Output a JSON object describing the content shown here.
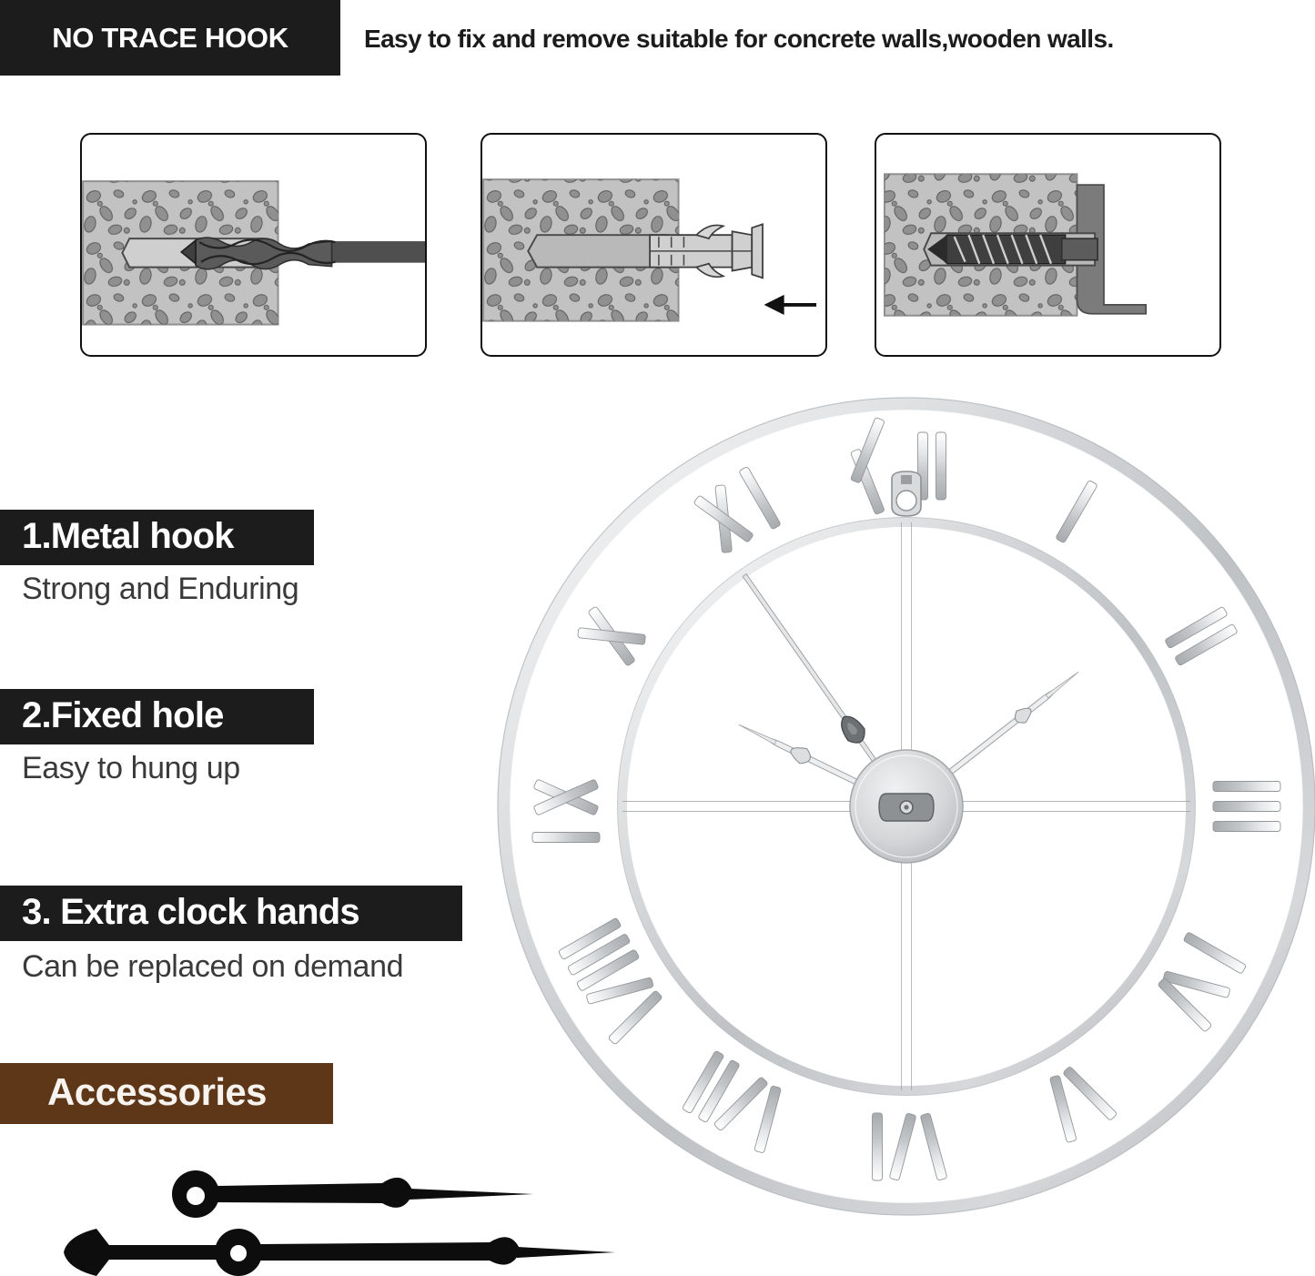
{
  "header": {
    "badge": "NO TRACE HOOK",
    "subtitle": "Easy to fix and remove suitable for concrete walls,wooden walls.",
    "badge_bg": "#1c1c1c",
    "text_color": "#ffffff"
  },
  "install_steps": [
    {
      "id": "step-1",
      "icon": "drill-bit-icon",
      "description": "Masonry drill bit boring a hole into concrete wall cross-section"
    },
    {
      "id": "step-2",
      "icon": "wall-anchor-icon",
      "description": "Plastic wall anchor plug being inserted into the drilled hole",
      "arrow": "arrow-left-icon"
    },
    {
      "id": "step-3",
      "icon": "screw-hook-icon",
      "description": "Screw driven into anchor securing the L-shaped metal hook bracket"
    }
  ],
  "features": [
    {
      "tag": "1.Metal hook",
      "sub": "Strong and Enduring"
    },
    {
      "tag": "2.Fixed hole",
      "sub": "Easy to hung up"
    },
    {
      "tag": "3. Extra clock hands",
      "sub": "Can be replaced on demand"
    }
  ],
  "accessories": {
    "tag": "Accessories",
    "tag_bg": "#5e3618",
    "tag_text_color": "#f7f3ee",
    "items": [
      {
        "name": "hour-hand",
        "style": "black spade hour hand with round mounting collar"
      },
      {
        "name": "minute-hand",
        "style": "black spade minute hand with counterweight tail"
      }
    ]
  },
  "clock": {
    "name": "roman-numeral-skeleton-wall-clock",
    "finish": "silver",
    "frame_color": "#c9cbcd",
    "frame_light": "#ffffff",
    "frame_shadow": "#9a9da0",
    "hub_color": "#d2d4d6",
    "hub_collar_color": "#8e9194",
    "numerals": [
      "XII",
      "I",
      "II",
      "III",
      "IV",
      "V",
      "VI",
      "VII",
      "VIII",
      "IX",
      "X",
      "XI"
    ],
    "hanging_hole": "keyhole-slot at 12 o'clock",
    "hands": {
      "hour_angle_deg": -64,
      "minute_angle_deg": 52,
      "second_angle_deg": 145
    }
  }
}
